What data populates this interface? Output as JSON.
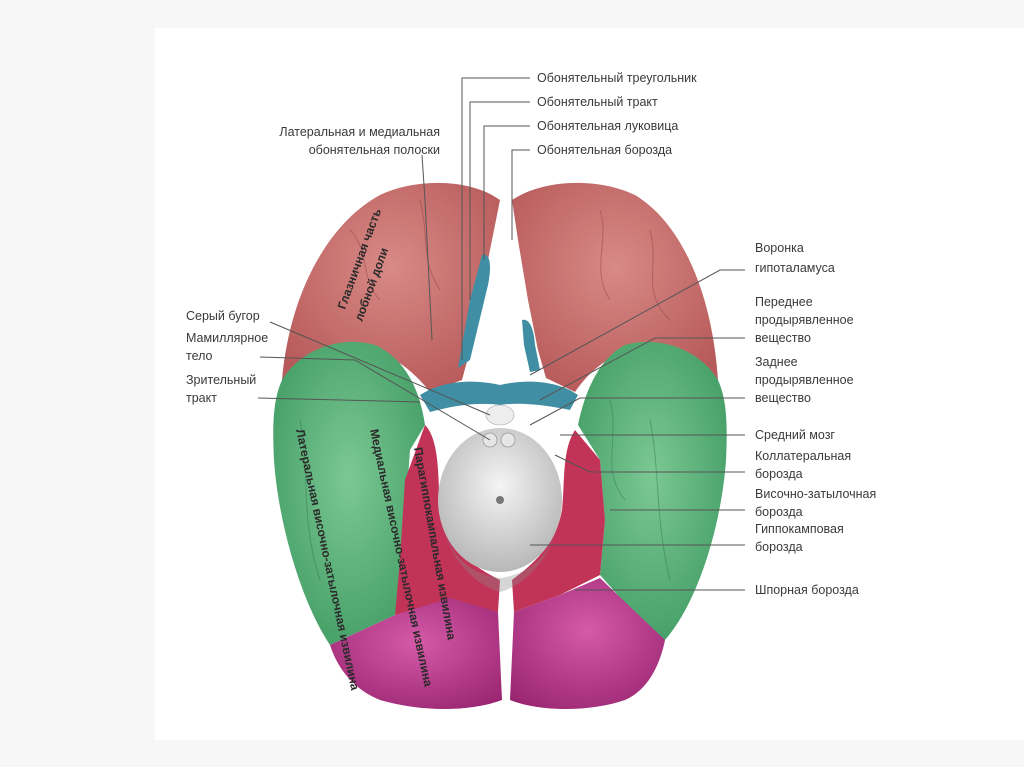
{
  "labels": {
    "olfactory_triangle": "Обонятельный треугольник",
    "olfactory_tract": "Обонятельный тракт",
    "olfactory_bulb": "Обонятельная луковица",
    "olfactory_sulcus": "Обонятельная борозда",
    "olfactory_striae": [
      "Латеральная и медиальная",
      "обонятельная полоски"
    ],
    "infundibulum": [
      "Воронка",
      "гипоталамуса"
    ],
    "anterior_perforated": [
      "Переднее",
      "продырявленное",
      "вещество"
    ],
    "posterior_perforated": [
      "Заднее",
      "продырявленное",
      "вещество"
    ],
    "midbrain": "Средний мозг",
    "collateral_sulcus": [
      "Коллатеральная",
      "борозда"
    ],
    "occipitotemporal_sulcus": [
      "Височно-затылочная",
      "борозда"
    ],
    "hippocampal_sulcus": [
      "Гиппокамповая",
      "борозда"
    ],
    "calcarine_sulcus": "Шпорная борозда",
    "tuber_cinereum": "Серый бугор",
    "mammillary_body": [
      "Мамиллярное",
      "тело"
    ],
    "optic_tract": [
      "Зрительный",
      "тракт"
    ]
  },
  "inner_labels": {
    "orbital_part": [
      "Глазничная часть",
      "лобной доли"
    ],
    "lateral_occipitotemporal_gyrus": "Латеральная височно-затылочная извилина",
    "medial_occipitotemporal_gyrus": "Медиальная височно-затылочная извилина",
    "parahippocampal_gyrus": "Парагиппокампальная извилина"
  },
  "colors": {
    "frontal": "#c96a6a",
    "temporal": "#5fb47c",
    "parahippocampal": "#c23358",
    "occipital": "#b93a8a",
    "brainstem": "#d8d8d8",
    "optic": "#3f8ea3"
  }
}
